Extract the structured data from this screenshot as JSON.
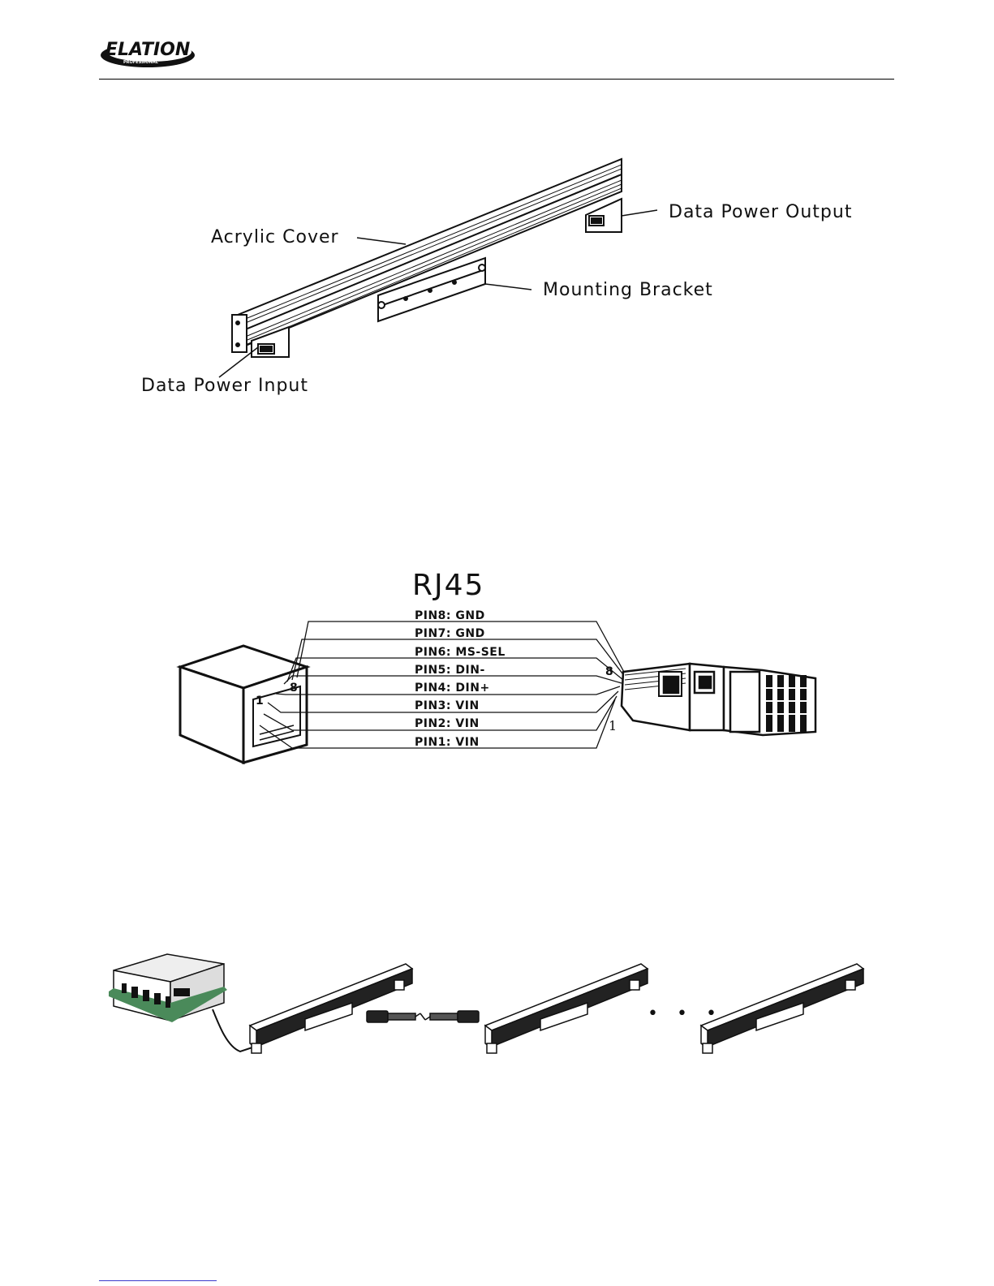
{
  "header": {
    "logo_text": "ELATION",
    "logo_sub": "PROFESSIONAL"
  },
  "figure_bar": {
    "acrylic_cover": "Acrylic Cover",
    "data_power_output": "Data Power Output",
    "mounting_bracket": "Mounting Bracket",
    "data_power_input": "Data Power Input"
  },
  "figure_rj45": {
    "title": "RJ45",
    "pins": [
      "PIN8: GND",
      "PIN7: GND",
      "PIN6: MS-SEL",
      "PIN5: DIN-",
      "PIN4: DIN+",
      "PIN3: VIN",
      "PIN2: VIN",
      "PIN1: VIN"
    ],
    "socket_pin_8": "8",
    "socket_pin_1": "1",
    "plug_pin_8": "8",
    "plug_pin_1": "1"
  },
  "figure_chain": {
    "ellipsis": "• • •"
  }
}
